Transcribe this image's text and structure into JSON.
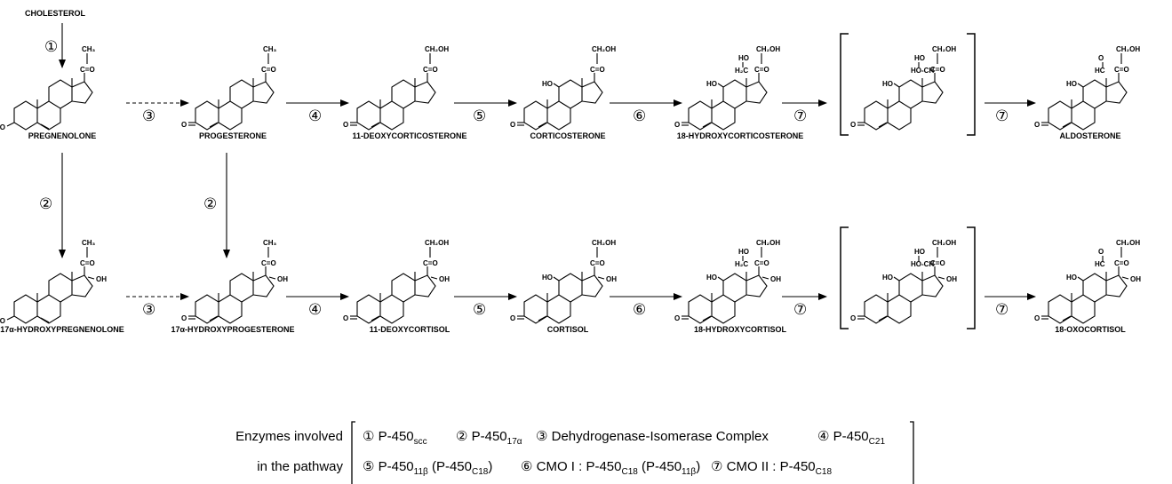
{
  "start_compound": "CHOLESTEROL",
  "rows": [
    {
      "compounds": [
        "PREGNENOLONE",
        "PROGESTERONE",
        "11-DEOXYCORTICOSTERONE",
        "CORTICOSTERONE",
        "18-HYDROXYCORTICOSTERONE",
        "",
        "ALDOSTERONE"
      ],
      "steps": [
        "③",
        "④",
        "⑤",
        "⑥",
        "⑦",
        "⑦"
      ]
    },
    {
      "compounds": [
        "17α-HYDROXYPREGNENOLONE",
        "17α-HYDROXYPROGESTERONE",
        "11-DEOXYCORTISOL",
        "CORTISOL",
        "18-HYDROXYCORTISOL",
        "",
        "18-OXOCORTISOL"
      ],
      "steps": [
        "③",
        "④",
        "⑤",
        "⑥",
        "⑦",
        "⑦"
      ]
    }
  ],
  "step_cholesterol": "①",
  "step_vertical": "②",
  "groups": {
    "ch3": "CH₃",
    "ch2oh": "CH₂OH",
    "co": "C=O",
    "oh": "OH",
    "ho": "HO",
    "o": "O",
    "h2c": "H₂C",
    "hoch": "HO-CH",
    "hc": "HC"
  },
  "legend": {
    "heading_line1": "Enzymes involved",
    "heading_line2": "in the pathway",
    "row1": [
      {
        "num": "①",
        "name": "P-450",
        "sub": "scc",
        "tail": ""
      },
      {
        "num": "②",
        "name": "P-450",
        "sub": "17α",
        "tail": ""
      },
      {
        "num": "③",
        "name": "Dehydrogenase-Isomerase Complex",
        "sub": "",
        "tail": ""
      },
      {
        "num": "④",
        "name": "P-450",
        "sub": "C21",
        "tail": ""
      }
    ],
    "row2": [
      {
        "num": "⑤",
        "name": "P-450",
        "sub": "11β",
        "tail": " (P-450",
        "tail_sub": "C18",
        "tail_end": ")"
      },
      {
        "num": "⑥",
        "name": "CMO I : P-450",
        "sub": "C18",
        "tail": " (P-450",
        "tail_sub": "11β",
        "tail_end": ")"
      },
      {
        "num": "⑦",
        "name": "CMO II : P-450",
        "sub": "C18",
        "tail": "",
        "tail_sub": "",
        "tail_end": ""
      }
    ]
  }
}
